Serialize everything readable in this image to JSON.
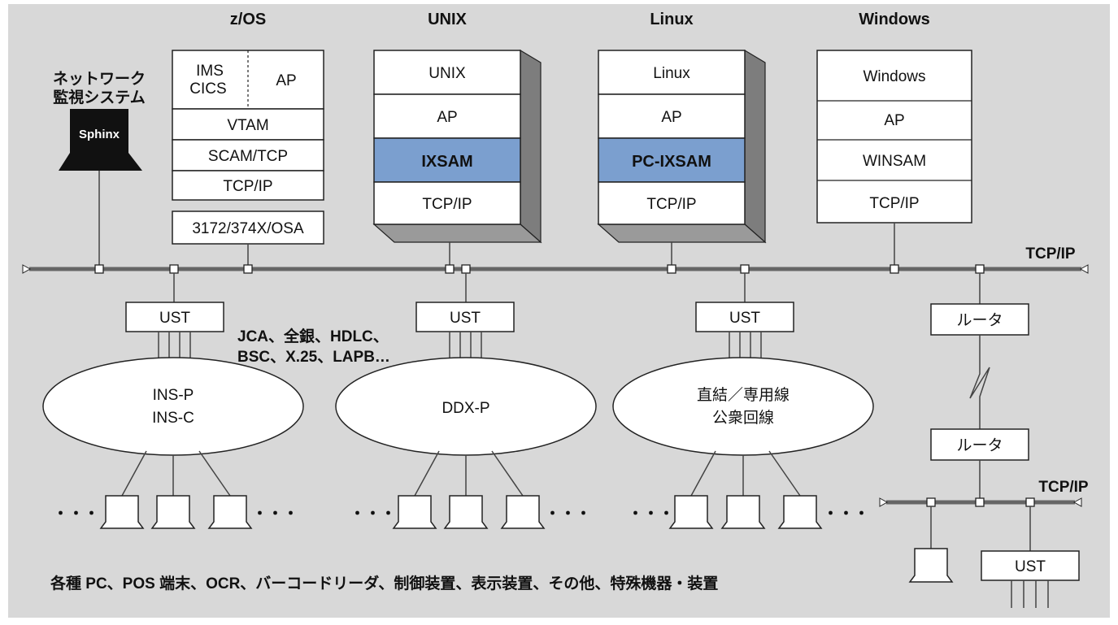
{
  "os_headers": {
    "zos": "z/OS",
    "unix": "UNIX",
    "linux": "Linux",
    "windows": "Windows"
  },
  "network_monitor": {
    "title_line1": "ネットワーク",
    "title_line2": "監視システム",
    "device": "Sphinx"
  },
  "zos_stack": {
    "ims": "IMS",
    "cics": "CICS",
    "ap": "AP",
    "vtam": "VTAM",
    "scam": "SCAM/TCP",
    "tcpip": "TCP/IP",
    "adapter": "3172/374X/OSA"
  },
  "unix_stack": [
    "UNIX",
    "AP",
    "IXSAM",
    "TCP/IP"
  ],
  "linux_stack": [
    "Linux",
    "AP",
    "PC-IXSAM",
    "TCP/IP"
  ],
  "windows_stack": [
    "Windows",
    "AP",
    "WINSAM",
    "TCP/IP"
  ],
  "bus_labels": {
    "main": "TCP/IP",
    "sub": "TCP/IP"
  },
  "ust_label": "UST",
  "router_label": "ルータ",
  "protocols": {
    "line1": "JCA、全銀、HDLC、",
    "line2": "BSC、X.25、LAPB…"
  },
  "networks": {
    "ins_line1": "INS-P",
    "ins_line2": "INS-C",
    "ddx": "DDX-P",
    "direct_line1": "直結／専用線",
    "direct_line2": "公衆回線"
  },
  "ellipsis": "・・・",
  "footer": "各種 PC、POS 端末、OCR、バーコードリーダ、制御装置、表示装置、その他、特殊機器・装置",
  "colors": {
    "background": "#d8d8d8",
    "highlight": "#7b9fcf",
    "bus": "#666666"
  }
}
